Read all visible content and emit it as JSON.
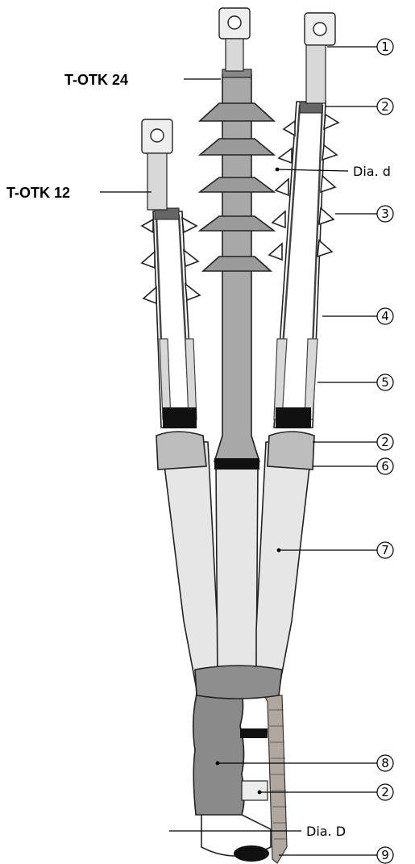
{
  "labels": {
    "product_large": "T-OTK 24",
    "product_small": "T-OTK 12",
    "dia_small": "Dia. d",
    "dia_large": "Dia. D"
  },
  "callouts": [
    "1",
    "2",
    "3",
    "4",
    "5",
    "2",
    "6",
    "7",
    "8",
    "2",
    "9"
  ],
  "colors": {
    "insulator_gray": "#a8a8a8",
    "insulator_dark": "#8e8e8e",
    "sleeve_light": "#e6e6e6",
    "sheath_gray": "#8a8a8a",
    "lug_light": "#eeeeee",
    "band_black": "#111111"
  }
}
